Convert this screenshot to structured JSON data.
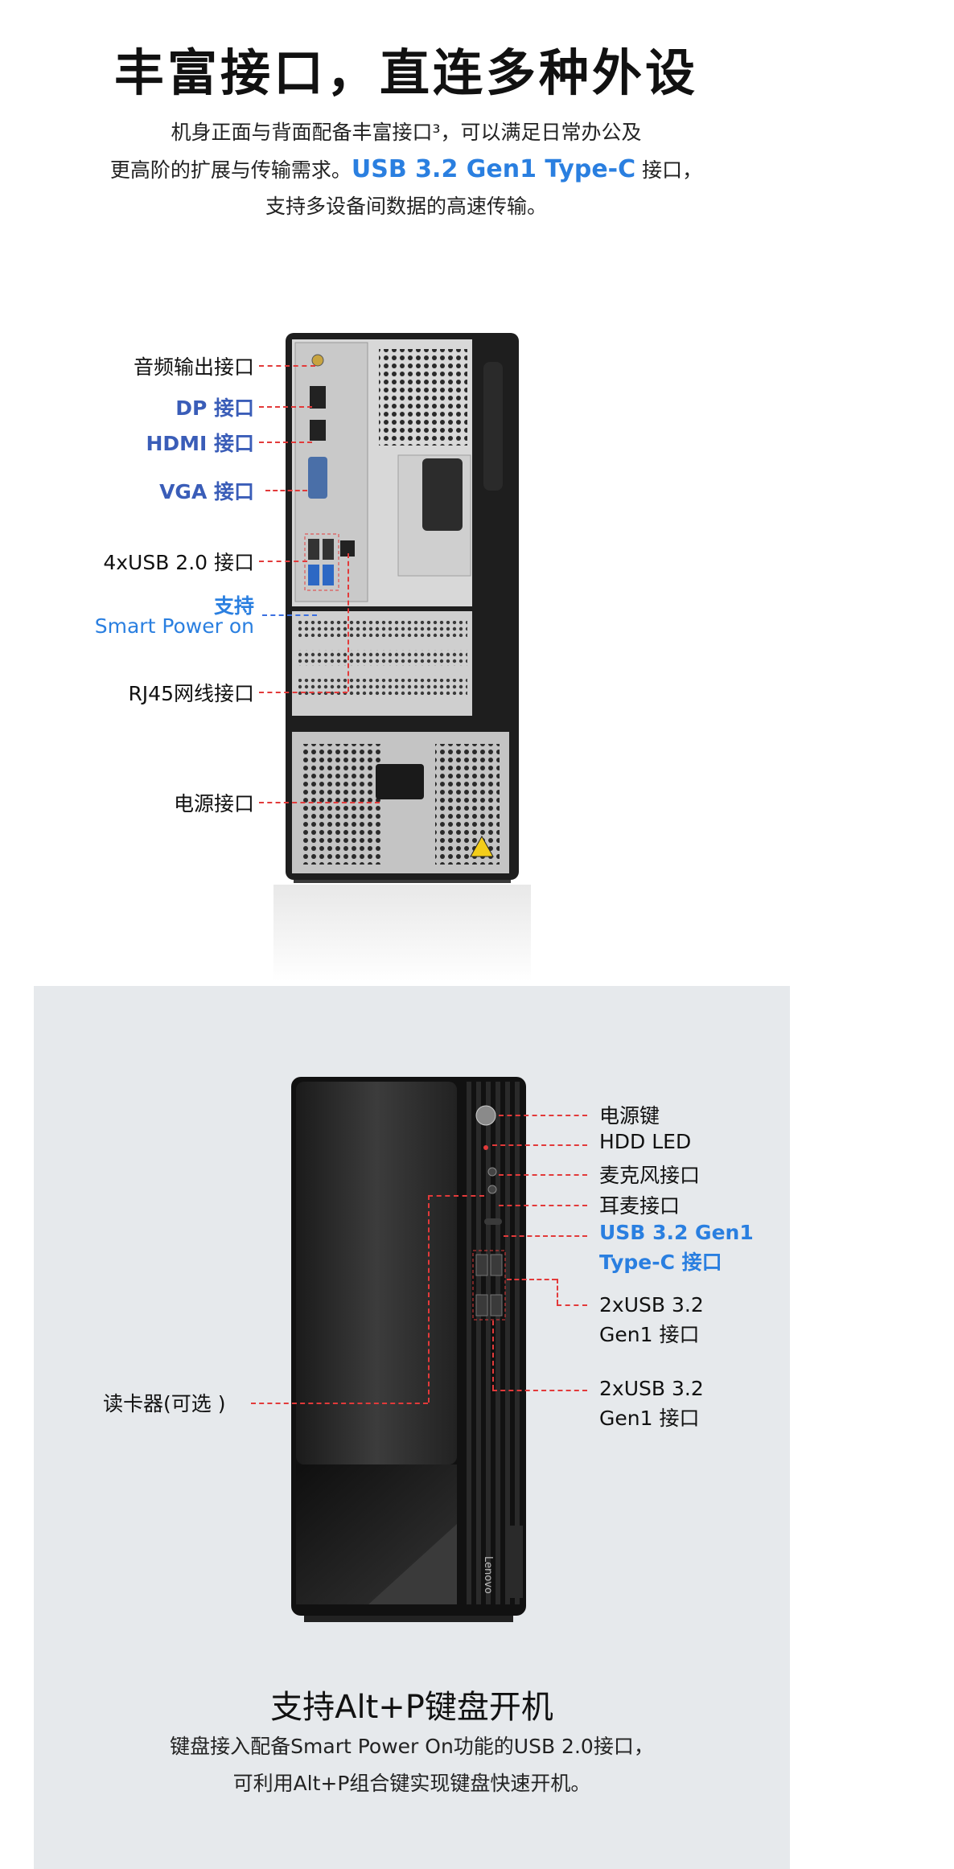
{
  "header": {
    "title": "丰富接口，直连多种外设",
    "line1": "机身正面与背面配备丰富接口³，可以满足日常办公及",
    "line2_pre": "更高阶的扩展与传输需求。",
    "line2_highlight": "USB 3.2 Gen1 Type-C",
    "line2_post": " 接口，",
    "line3": "支持多设备间数据的高速传输。"
  },
  "rear_labels": {
    "audio": "音频输出接口",
    "dp": "DP 接口",
    "hdmi": "HDMI 接口",
    "vga": "VGA 接口",
    "usb2": "4xUSB 2.0 接口",
    "smart1": "支持",
    "smart2": "Smart Power on",
    "rj45": "RJ45网线接口",
    "power": "电源接口"
  },
  "front_labels": {
    "power_key": "电源键",
    "hdd": "HDD LED",
    "mic": "麦克风接口",
    "headset": "耳麦接口",
    "typec1": "USB 3.2 Gen1",
    "typec2": "Type-C 接口",
    "usb32a1": "2xUSB 3.2",
    "usb32a2": "Gen1 接口",
    "usb32b1": "2xUSB 3.2",
    "usb32b2": "Gen1 接口",
    "card": "读卡器(可选 )",
    "brand": "Lenovo"
  },
  "footer": {
    "title": "支持Alt+P键盘开机",
    "line1": "键盘接入配备Smart Power On功能的USB 2.0接口，",
    "line2": "可利用Alt+P组合键实现键盘快速开机。"
  },
  "colors": {
    "accent_blue": "#2a7fe0",
    "label_blue": "#3a5db8",
    "leader_red": "#e23a3a",
    "panel_gray": "#e6e9ec"
  }
}
